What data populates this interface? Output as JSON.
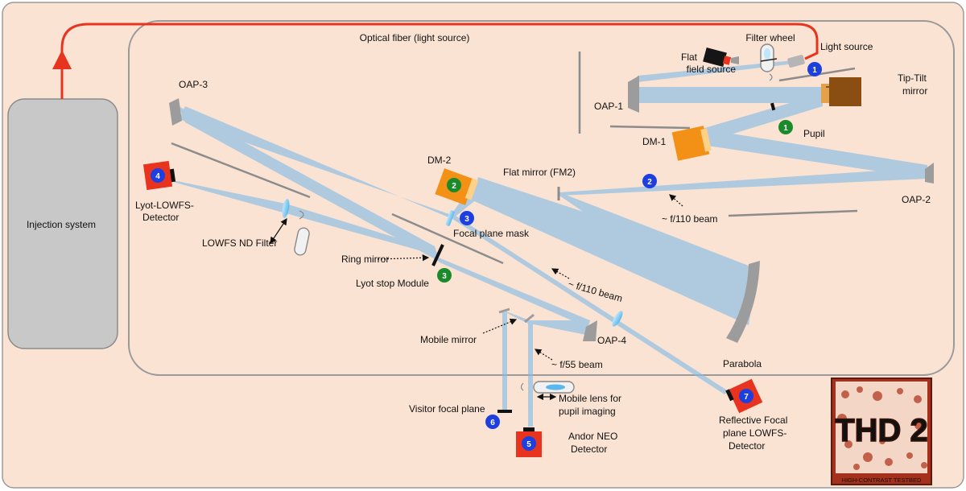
{
  "labels": {
    "injection_system": "Injection system",
    "optical_fiber": "Optical fiber (light source)",
    "filter_wheel": "Filter wheel",
    "light_source": "Light source",
    "flat_field_1": "Flat",
    "flat_field_2": "field source",
    "tip_tilt_1": "Tip-Tilt",
    "tip_tilt_2": "mirror",
    "oap1": "OAP-1",
    "pupil": "Pupil",
    "dm1": "DM-1",
    "oap2": "OAP-2",
    "f110_upper": "~ f/110 beam",
    "flat_mirror": "Flat mirror (FM2)",
    "dm2": "DM-2",
    "focal_plane_mask": "Focal plane mask",
    "oap3": "OAP-3",
    "lyot_lowfs_1": "Lyot-LOWFS-",
    "lyot_lowfs_2": "Detector",
    "lowfs_nd": "LOWFS ND Filter",
    "ring_mirror": "Ring mirror",
    "lyot_stop": "Lyot stop Module",
    "f110_lower": "~ f/110 beam",
    "parabola": "Parabola",
    "oap4": "OAP-4",
    "mobile_mirror": "Mobile mirror",
    "f55": "~ f/55 beam",
    "mobile_lens_1": "Mobile lens for",
    "mobile_lens_2": "pupil imaging",
    "visitor_fp": "Visitor focal plane",
    "andor_1": "Andor NEO",
    "andor_2": "Detector",
    "rflowfs_1": "Reflective Focal",
    "rflowfs_2": "plane LOWFS-",
    "rflowfs_3": "Detector",
    "logo_main": "THD 2",
    "logo_caption": "HIGH-CONTRAST TESTBED"
  },
  "markers": {
    "blue_1": "1",
    "green_1": "1",
    "blue_2": "2",
    "green_2": "2",
    "blue_3": "3",
    "green_3": "3",
    "blue_4": "4",
    "blue_5": "5",
    "blue_6": "6",
    "blue_7": "7"
  },
  "colors": {
    "background": "#fbe3d3",
    "fiber": "#e8331f",
    "beam": "#87bde6",
    "marker_blue": "#1d3fe0",
    "marker_green": "#1a8a2a",
    "detector_red": "#e8331f",
    "deformable_orange": "#f39117",
    "tip_tilt_brown": "#8a4e12",
    "logo_bg": "#a5301c"
  }
}
